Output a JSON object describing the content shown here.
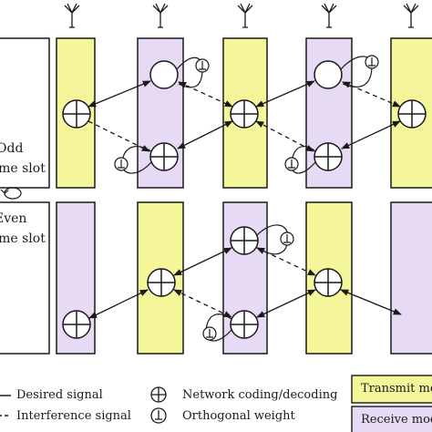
{
  "slots": {
    "odd_line1": "Odd",
    "odd_line2": "time slot",
    "even_line1": "Even",
    "even_line2": "time slot"
  },
  "legend": {
    "desired_signal": "Desired signal",
    "interference_signal": "Interference signal",
    "network_coding": "Network coding/decoding",
    "orthogonal_weight": "Orthogonal weight",
    "transmit_mode": "Transmit mode",
    "receive_mode": "Receive mode"
  },
  "colors": {
    "transmit_fill": "#f5f59a",
    "receive_fill": "#e6daf5",
    "stroke": "#1a1a1a",
    "background": "#ffffff"
  },
  "icons": [
    "antenna-icon",
    "xor-node-icon",
    "orthogonal-weight-icon",
    "arrow-icon"
  ]
}
